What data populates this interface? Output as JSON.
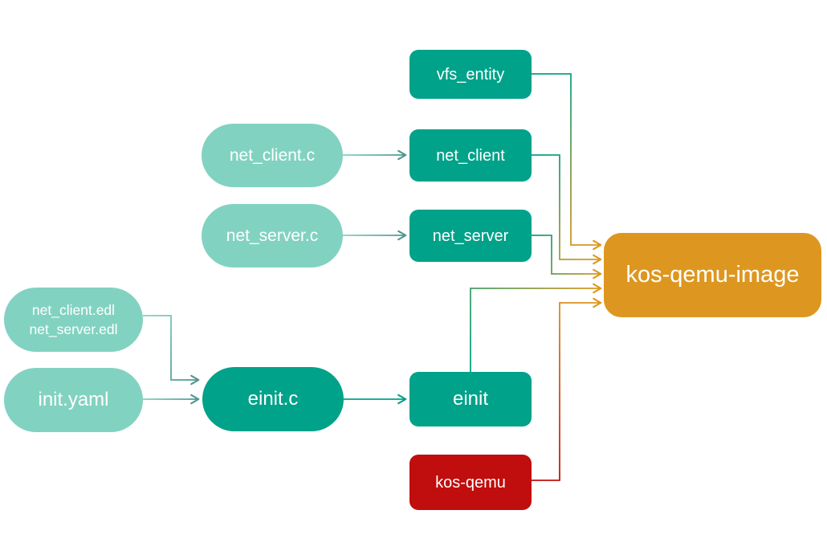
{
  "colors": {
    "teal": "#00a289",
    "light-teal": "#82d2c1",
    "orange": "#dd9720",
    "red": "#c00d0d",
    "gray-teal": "#4f9790",
    "text": "#ffffff",
    "bg": "#ffffff"
  },
  "nodes": {
    "vfs_entity": {
      "label": "vfs_entity",
      "shape": "rounded-rect",
      "color": "teal"
    },
    "net_client_c": {
      "label": "net_client.c",
      "shape": "pill",
      "color": "light-teal"
    },
    "net_client": {
      "label": "net_client",
      "shape": "rounded-rect",
      "color": "teal"
    },
    "net_server_c": {
      "label": "net_server.c",
      "shape": "pill",
      "color": "light-teal"
    },
    "net_server": {
      "label": "net_server",
      "shape": "rounded-rect",
      "color": "teal"
    },
    "edl": {
      "lines": [
        "net_client.edl",
        "net_server.edl"
      ],
      "shape": "pill",
      "color": "light-teal"
    },
    "init_yaml": {
      "label": "init.yaml",
      "shape": "pill",
      "color": "light-teal"
    },
    "einit_c": {
      "label": "einit.c",
      "shape": "pill",
      "color": "teal"
    },
    "einit": {
      "label": "einit",
      "shape": "rounded-rect",
      "color": "teal"
    },
    "kos_qemu": {
      "label": "kos-qemu",
      "shape": "rounded-rect",
      "color": "red"
    },
    "kos_qemu_image": {
      "label": "kos-qemu-image",
      "shape": "rounded-rect",
      "color": "orange"
    }
  },
  "edges": [
    {
      "from": "net_client.c",
      "to": "net_client"
    },
    {
      "from": "net_server.c",
      "to": "net_server"
    },
    {
      "from": "net_client.edl / net_server.edl",
      "to": "einit.c"
    },
    {
      "from": "init.yaml",
      "to": "einit.c"
    },
    {
      "from": "einit.c",
      "to": "einit"
    },
    {
      "from": "vfs_entity",
      "to": "kos-qemu-image"
    },
    {
      "from": "net_client",
      "to": "kos-qemu-image"
    },
    {
      "from": "net_server",
      "to": "kos-qemu-image"
    },
    {
      "from": "einit",
      "to": "kos-qemu-image"
    },
    {
      "from": "kos-qemu",
      "to": "kos-qemu-image"
    }
  ]
}
